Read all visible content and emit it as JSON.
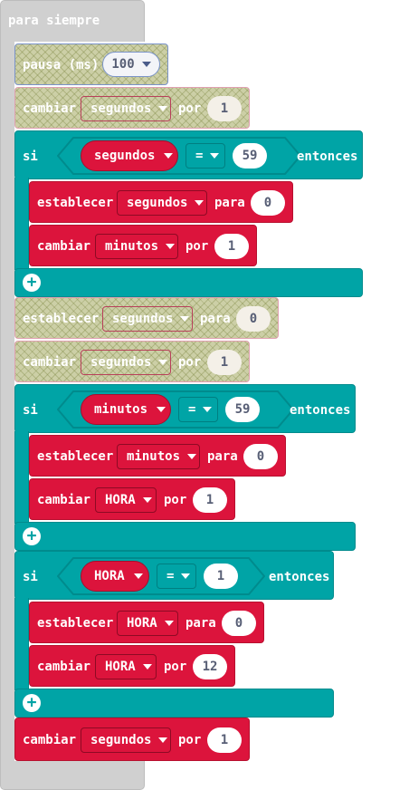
{
  "forever": {
    "label": "para siempre"
  },
  "pause": {
    "label": "pausa (ms)",
    "value": "100"
  },
  "change1": {
    "label": "cambiar",
    "variable": "segundos",
    "by": "por",
    "value": "1"
  },
  "if1": {
    "si": "si",
    "variable": "segundos",
    "op": "=",
    "value": "59",
    "then": "entonces",
    "set": {
      "label": "establecer",
      "variable": "segundos",
      "to": "para",
      "value": "0"
    },
    "change": {
      "label": "cambiar",
      "variable": "minutos",
      "by": "por",
      "value": "1"
    }
  },
  "set2": {
    "label": "establecer",
    "variable": "segundos",
    "to": "para",
    "value": "0"
  },
  "change2": {
    "label": "cambiar",
    "variable": "segundos",
    "by": "por",
    "value": "1"
  },
  "if2": {
    "si": "si",
    "variable": "minutos",
    "op": "=",
    "value": "59",
    "then": "entonces",
    "set": {
      "label": "establecer",
      "variable": "minutos",
      "to": "para",
      "value": "0"
    },
    "change": {
      "label": "cambiar",
      "variable": "HORA",
      "by": "por",
      "value": "1"
    }
  },
  "if3": {
    "si": "si",
    "variable": "HORA",
    "op": "=",
    "value": "1",
    "then": "entonces",
    "set": {
      "label": "establecer",
      "variable": "HORA",
      "to": "para",
      "value": "0"
    },
    "change": {
      "label": "cambiar",
      "variable": "HORA",
      "by": "por",
      "value": "12"
    }
  },
  "change3": {
    "label": "cambiar",
    "variable": "segundos",
    "by": "por",
    "value": "1"
  },
  "colors": {
    "variables": "#dc143c",
    "logic": "#00a4a6",
    "loops": "#d0d0d0"
  }
}
